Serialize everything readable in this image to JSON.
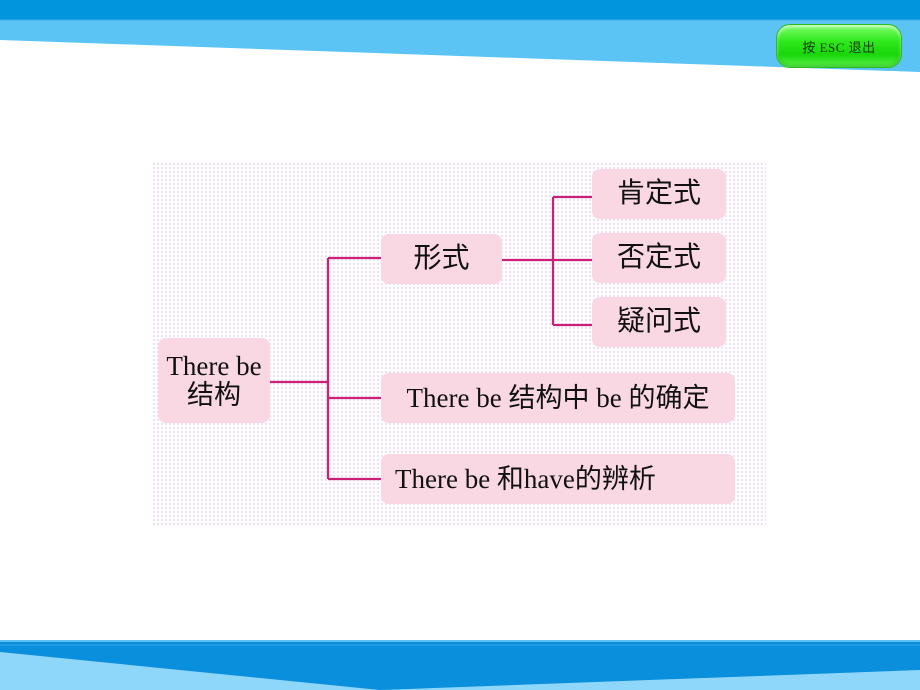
{
  "header": {
    "exit_button": {
      "label": "按 ESC 退出",
      "icon": "exit-button"
    }
  },
  "colors": {
    "top_band_dark": "#0095dc",
    "top_band_light": "#5bc4f5",
    "bottom_band_dark": "#0a8fdc",
    "bottom_band_light": "#8fd6fb",
    "node_fill": "#f9d8e3",
    "connector_line": "#cc1f77",
    "exit_button_green": "#22e014"
  },
  "diagram": {
    "root": {
      "line1": "There be",
      "line2": "结构"
    },
    "branches": [
      {
        "label": "形式",
        "children": [
          {
            "label": "肯定式"
          },
          {
            "label": "否定式"
          },
          {
            "label": "疑问式"
          }
        ]
      },
      {
        "label": "There be 结构中 be 的确定"
      },
      {
        "label": "There be 和have的辨析"
      }
    ]
  }
}
